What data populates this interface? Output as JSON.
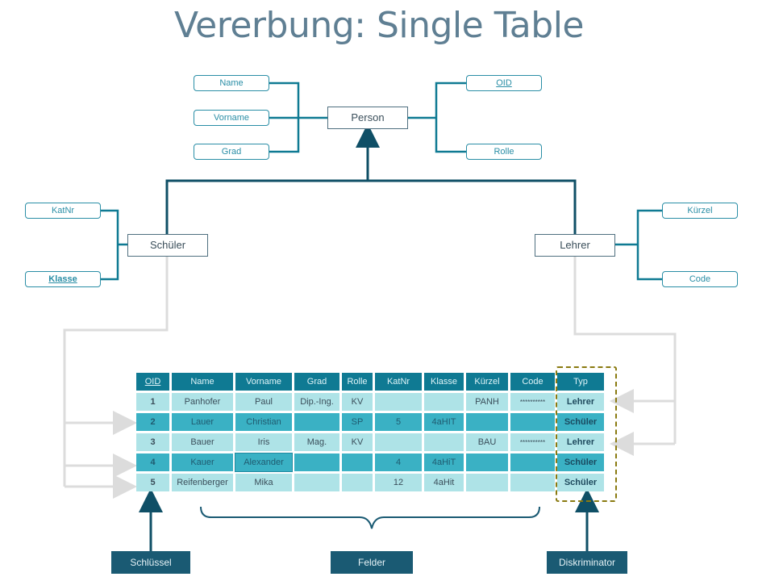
{
  "title": "Vererbung: Single Table",
  "colors": {
    "title": "#5f7f93",
    "attribute_border": "#2a8ea6",
    "connector_dark": "#0f6c83",
    "connector_gray": "#dcdcdc",
    "header_bg": "#0f7a93",
    "row_light": "#aee3e7",
    "row_dark": "#3ab1c4",
    "label_bg": "#1a5a73",
    "discriminator_border": "#8a7a10"
  },
  "entities": {
    "person": {
      "name": "Person",
      "attributes_left": [
        "Name",
        "Vorname",
        "Grad"
      ],
      "attributes_right": [
        {
          "label": "OID",
          "key": true
        },
        {
          "label": "Rolle",
          "key": false
        }
      ]
    },
    "schueler": {
      "name": "Schüler",
      "attributes": [
        {
          "label": "KatNr",
          "key": false
        },
        {
          "label": "Klasse",
          "key": true
        }
      ]
    },
    "lehrer": {
      "name": "Lehrer",
      "attributes": [
        {
          "label": "Kürzel",
          "key": false
        },
        {
          "label": "Code",
          "key": false
        }
      ]
    }
  },
  "table": {
    "columns": [
      "OID",
      "Name",
      "Vorname",
      "Grad",
      "Rolle",
      "KatNr",
      "Klasse",
      "Kürzel",
      "Code",
      "Typ"
    ],
    "rows": [
      [
        "1",
        "Panhofer",
        "Paul",
        "Dip.-Ing.",
        "KV",
        "",
        "",
        "PANH",
        "**********",
        "Lehrer"
      ],
      [
        "2",
        "Lauer",
        "Christian",
        "",
        "SP",
        "5",
        "4aHIT",
        "",
        "",
        "Schüler"
      ],
      [
        "3",
        "Bauer",
        "Iris",
        "Mag.",
        "KV",
        "",
        "",
        "BAU",
        "**********",
        "Lehrer"
      ],
      [
        "4",
        "Kauer",
        "Alexander",
        "",
        "",
        "4",
        "4aHiT",
        "",
        "",
        "Schüler"
      ],
      [
        "5",
        "Reifenberger",
        "Mika",
        "",
        "",
        "12",
        "4aHit",
        "",
        "",
        "Schüler"
      ]
    ]
  },
  "labels": {
    "key": "Schlüssel",
    "fields": "Felder",
    "discriminator": "Diskriminator"
  }
}
